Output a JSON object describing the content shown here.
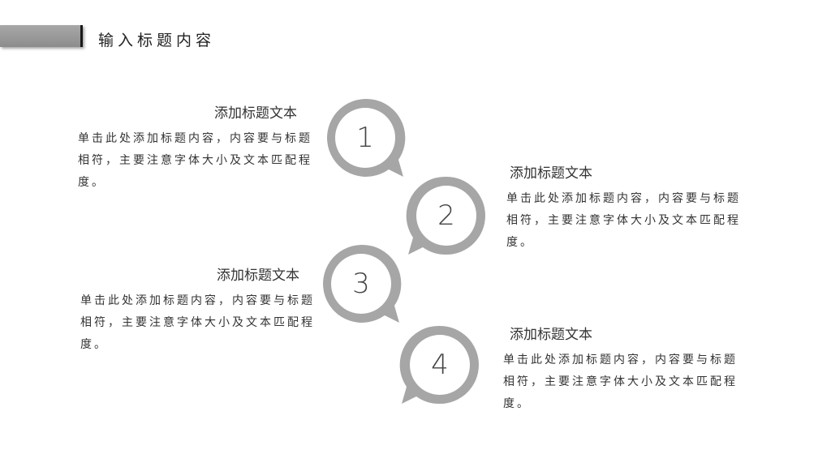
{
  "page": {
    "title": "输入标题内容"
  },
  "items": [
    {
      "number": "1",
      "heading": "添加标题文本",
      "text": "单击此处添加标题内容，内容要与标题相符，主要注意字体大小及文本匹配程度。"
    },
    {
      "number": "2",
      "heading": "添加标题文本",
      "text": "单击此处添加标题内容，内容要与标题相符，主要注意字体大小及文本匹配程度。"
    },
    {
      "number": "3",
      "heading": "添加标题文本",
      "text": "单击此处添加标题内容，内容要与标题相符，主要注意字体大小及文本匹配程度。"
    },
    {
      "number": "4",
      "heading": "添加标题文本",
      "text": "单击此处添加标题内容，内容要与标题相符，主要注意字体大小及文本匹配程度。"
    }
  ],
  "colors": {
    "bubble_ring": "#a6a6a6",
    "title_bar": "#999999"
  }
}
